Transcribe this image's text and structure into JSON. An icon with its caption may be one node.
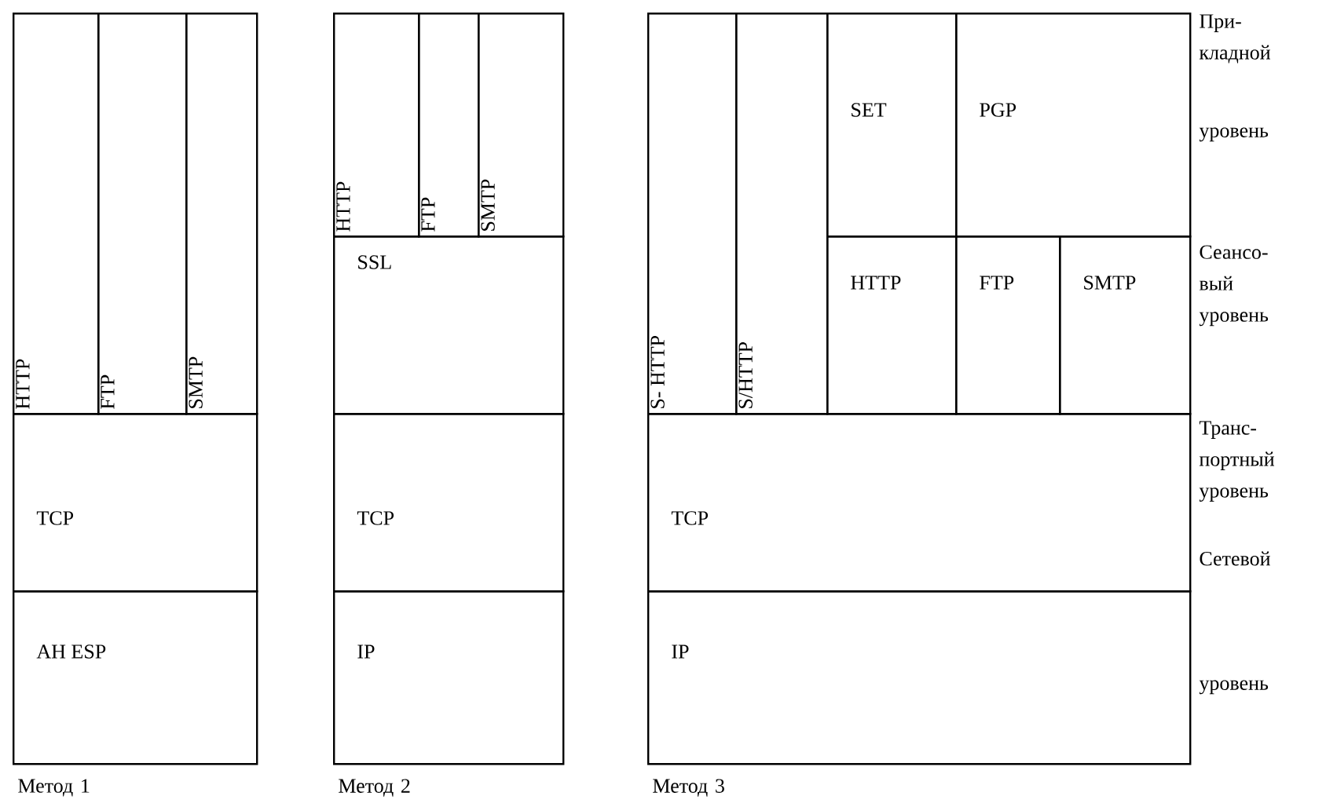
{
  "diagram": {
    "nodes": [
      {
        "text": [
          "HTTP"
        ]
      },
      {
        "text": [
          "FTP"
        ]
      },
      {
        "text": [
          "SMTP"
        ]
      },
      {
        "text": [
          "TCP"
        ]
      },
      {
        "text": [
          "AH  ESP"
        ]
      },
      {
        "text": [
          "HTTP"
        ]
      },
      {
        "text": [
          "FTP"
        ]
      },
      {
        "text": [
          "SMTP"
        ]
      },
      {
        "text": [
          "SSL"
        ]
      },
      {
        "text": [
          "TCP"
        ]
      },
      {
        "text": [
          "IP"
        ]
      },
      {
        "text": [
          "S- HTTP"
        ]
      },
      {
        "text": [
          "S/HTTP"
        ]
      },
      {
        "text": [
          "SET"
        ]
      },
      {
        "text": [
          "PGP"
        ]
      },
      {
        "text": [
          "HTTP"
        ]
      },
      {
        "text": [
          "FTP"
        ]
      },
      {
        "text": [
          "SMTP"
        ]
      },
      {
        "text": [
          "TCP"
        ]
      },
      {
        "text": [
          "IP"
        ]
      }
    ],
    "labels": [
      "При- кладной",
      "уровень",
      "Сеансо- вый уровень",
      "Транс- портный уровень",
      "Сетевой",
      "уровень",
      "Метод 1",
      "Метод 2",
      "Метод 3"
    ]
  }
}
